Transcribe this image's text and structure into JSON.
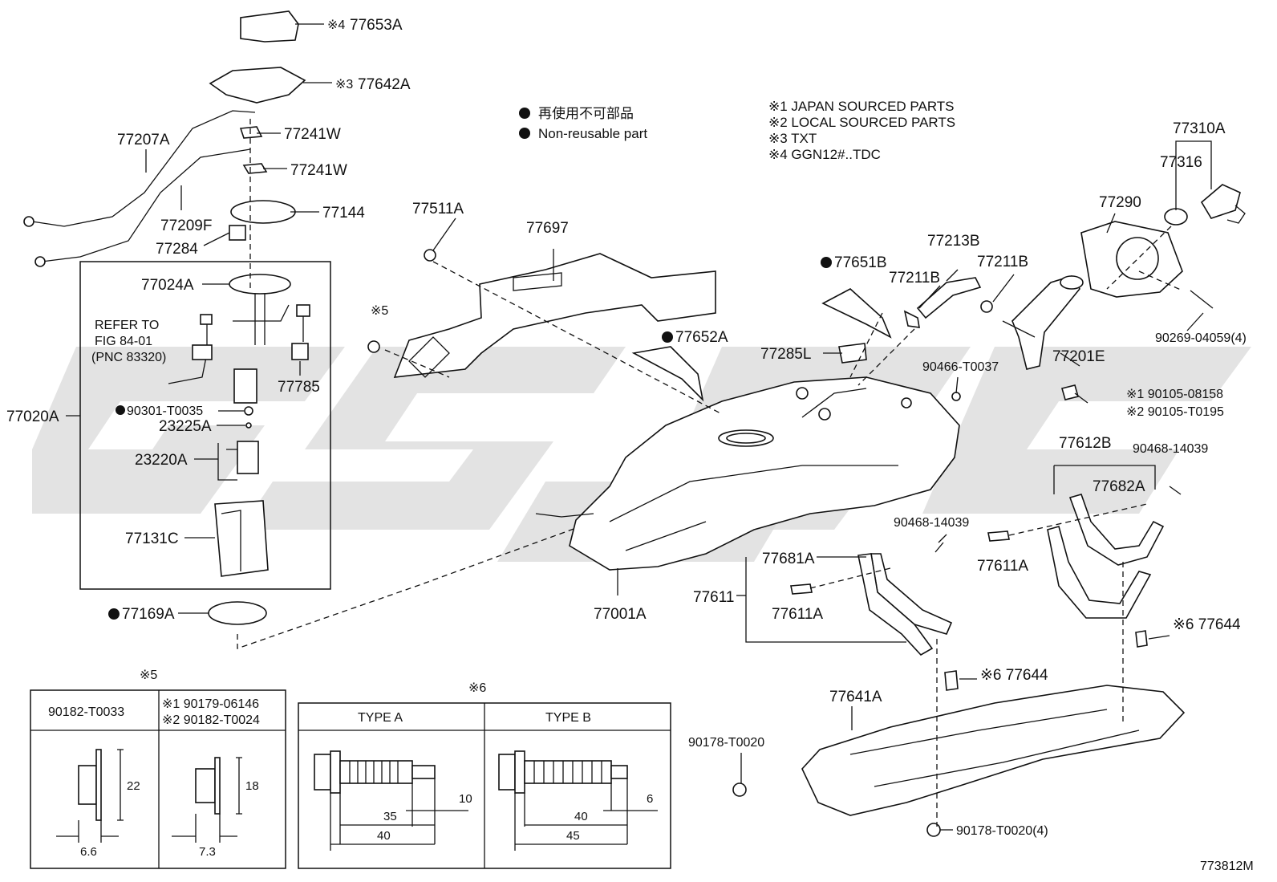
{
  "legend": {
    "non_reusable_jp": "再使用不可部品",
    "non_reusable_en": "Non-reusable part",
    "notes": [
      "※1 JAPAN SOURCED PARTS",
      "※2 LOCAL SOURCED PARTS",
      "※3 TXT",
      "※4 GGN12#..TDC"
    ]
  },
  "refer": {
    "line1": "REFER TO",
    "line2": "FIG 84-01",
    "line3": "(PNC 83320)"
  },
  "figure_number": "773812M",
  "labels": {
    "p77653A": "77653A",
    "p77653A_note": "※4",
    "p77642A": "77642A",
    "p77642A_note": "※3",
    "p77207A": "77207A",
    "p77241W_1": "77241W",
    "p77241W_2": "77241W",
    "p77209F": "77209F",
    "p77144": "77144",
    "p77284": "77284",
    "p77024A": "77024A",
    "p77785": "77785",
    "p77020A": "77020A",
    "p90301": "90301-T0035",
    "p23225A": "23225A",
    "p23220A": "23220A",
    "p77131C": "77131C",
    "p77169A": "77169A",
    "p77511A": "77511A",
    "p77697": "77697",
    "note5": "※5",
    "p77651B": "77651B",
    "p77652A": "77652A",
    "p77213B": "77213B",
    "p77211B_1": "77211B",
    "p77211B_2": "77211B",
    "p77285L": "77285L",
    "p90466": "90466-T0037",
    "p77290": "77290",
    "p77310A": "77310A",
    "p77316": "77316",
    "p77201E": "77201E",
    "p90269": "90269-04059(4)",
    "p90105_1": "※1 90105-08158",
    "p90105_2": "※2 90105-T0195",
    "p77612B": "77612B",
    "p90468_1": "90468-14039",
    "p77682A": "77682A",
    "p90468_2": "90468-14039",
    "p77611A_1": "77611A",
    "p77681A": "77681A",
    "p77611": "77611",
    "p77611A_2": "77611A",
    "p77001A": "77001A",
    "p77644_1": "※6 77644",
    "p77644_2": "※6 77644",
    "p77641A": "77641A",
    "p90178_1": "90178-T0020",
    "p90178_2": "90178-T0020(4)"
  },
  "table5": {
    "note": "※5",
    "col1": "90182-T0033",
    "col2_line1": "※1 90179-06146",
    "col2_line2": "※2 90182-T0024",
    "dim_h1": "22",
    "dim_w1": "6.6",
    "dim_h2": "18",
    "dim_w2": "7.3"
  },
  "table6": {
    "note": "※6",
    "typeA": "TYPE A",
    "typeB": "TYPE B",
    "a_tip": "10",
    "a_thread": "35",
    "a_total": "40",
    "b_tip": "6",
    "b_thread": "40",
    "b_total": "45"
  }
}
